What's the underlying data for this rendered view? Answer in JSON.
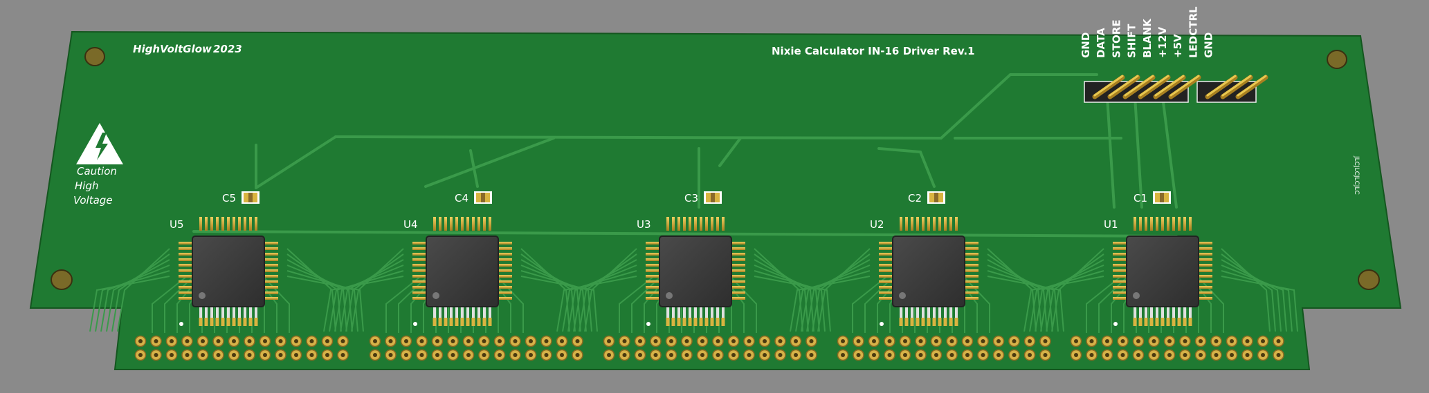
{
  "board": {
    "brand": "HighVoltGlow",
    "year": "2023",
    "title": "Nixie Calculator IN-16 Driver Rev.1",
    "side_code": "JLCJLCJLCJLC",
    "warning": {
      "line1": "Caution",
      "line2": "High",
      "line3": "Voltage"
    }
  },
  "connector": {
    "pins": [
      "GND",
      "DATA",
      "STORE",
      "SHIFT",
      "BLANK",
      "+12V",
      "+5V",
      "LEDCTRL",
      "GND"
    ]
  },
  "chips": [
    {
      "ref": "U5",
      "cap": "C5"
    },
    {
      "ref": "U4",
      "cap": "C4"
    },
    {
      "ref": "U3",
      "cap": "C3"
    },
    {
      "ref": "U2",
      "cap": "C2"
    },
    {
      "ref": "U1",
      "cap": "C1"
    }
  ],
  "colors": {
    "background": "#8a8a8a",
    "pcb": "#1f7a32",
    "trace": "#3a9a4a",
    "gold": "#c8a63c",
    "chip": "#3c3c3c",
    "silkscreen": "#ffffff"
  }
}
